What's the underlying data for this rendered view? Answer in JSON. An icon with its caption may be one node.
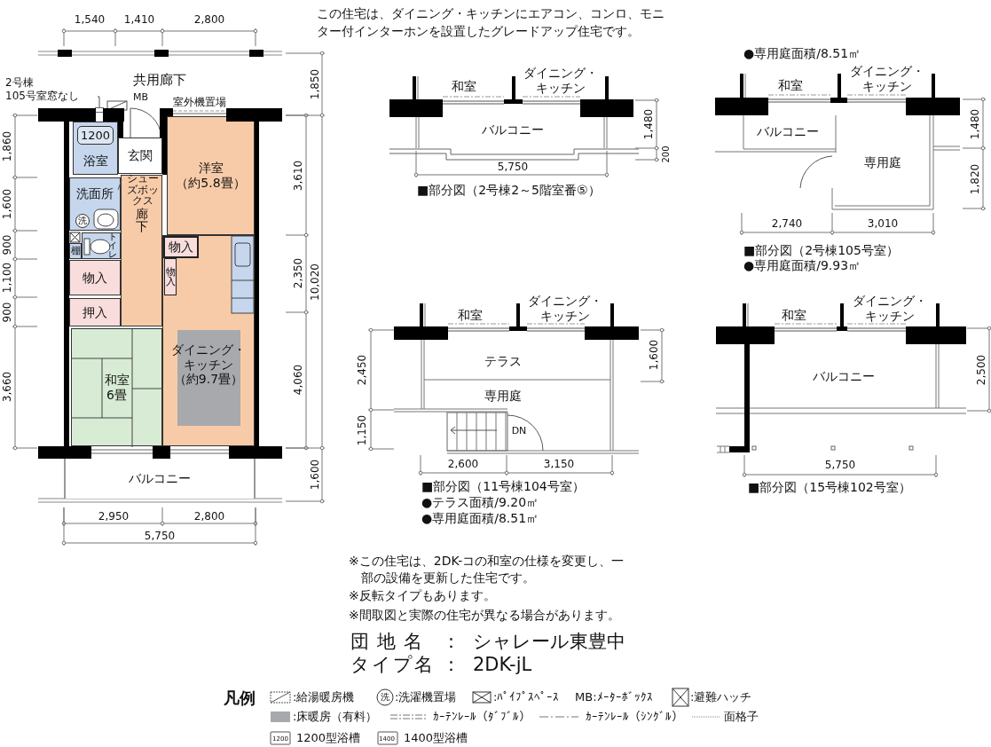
{
  "diagram": {
    "nodes": [
      {
        "text": [
          "浴室"
        ]
      },
      {
        "text": [
          "1200"
        ],
        "in": 0
      },
      {
        "text": [
          "玄関"
        ]
      },
      {
        "text": [
          "洋室",
          "（約5.8畳）"
        ]
      },
      {
        "text": [
          "洗面所"
        ]
      },
      {
        "text": [
          "洗"
        ],
        "in": 4
      },
      {
        "text": [
          "トイレ"
        ]
      },
      {
        "text": [
          "棚"
        ]
      },
      {
        "text": [
          "廊下"
        ]
      },
      {
        "text": [
          "ダイニング・キッチン",
          "（約9.7畳）"
        ]
      },
      {
        "text": [
          "物入"
        ],
        "in": 9
      },
      {
        "text": [
          "物入"
        ],
        "in": 9
      },
      {
        "text": [
          "物入"
        ]
      },
      {
        "text": [
          "押入"
        ]
      },
      {
        "text": [
          "和室",
          "6畳"
        ]
      },
      {
        "text": [
          "バルコニー"
        ]
      },
      {
        "text": [
          "2号棟",
          "105号室窓なし"
        ]
      },
      {
        "text": [
          "シューズボックス"
        ],
        "in": 8
      },
      {
        "text": [],
        "shape": "box"
      }
    ],
    "edges": [
      {
        "from": 16,
        "to": 18,
        "arrow": "none"
      },
      {
        "from": 17,
        "to": null,
        "arrow": "none"
      }
    ],
    "labels": [
      "この住宅は、ダイニング・キッチンにエアコン、コンロ、モニター付インターホンを設置したグレードアップ住宅です。",
      "1,540",
      "1,410",
      "2,800",
      "共用廊下",
      "MB",
      "室外機置場",
      "1,860",
      "1,600",
      "900",
      "1,100",
      "900",
      "3,660",
      "1,850",
      "3,610",
      "2,350",
      "10,020",
      "4,060",
      "1,600",
      "2,950",
      "2,800",
      "5,750",
      "和室",
      "ダイニング・キッチン",
      "バルコニー",
      "1,480",
      "200",
      "5,750",
      "■部分図（2号棟2～5階室番⑤）",
      "●専用庭面積/8.51㎡",
      "和室",
      "ダイニング・キッチン",
      "バルコニー",
      "専用庭",
      "1,480",
      "1,820",
      "2,740",
      "3,010",
      "■部分図（2号棟105号室）",
      "●専用庭面積/9.93㎡",
      "和室",
      "ダイニング・キッチン",
      "テラス",
      "専用庭",
      "DN",
      "2,450",
      "1,150",
      "1,600",
      "2,600",
      "3,150",
      "■部分図（11号棟104号室）",
      "●テラス面積/9.20㎡",
      "●専用庭面積/8.51㎡",
      "和室",
      "ダイニング・キッチン",
      "バルコニー",
      "2,500",
      "5,750",
      "■部分図（15号棟102号室）",
      "※この住宅は、2DK-コの和室の仕様を変更し、一部の設備を更新した住宅です。",
      "※反転タイプもあります。",
      "※間取図と実際の住宅が異なる場合があります。",
      "団地名",
      "：",
      "シャレール東豊中",
      "タイプ名",
      "：",
      "2DK-jL",
      "凡例",
      "洗",
      "1200",
      "1400"
    ],
    "legend": [
      {
        "text": ":給湯暖房機"
      },
      {
        "text": ":洗濯機置場"
      },
      {
        "text": ":ﾊﾟｲﾌﾟｽﾍﾟｰｽ"
      },
      {
        "text": "MB:ﾒｰﾀｰﾎﾞｯｸｽ"
      },
      {
        "text": ":避難ハッチ"
      },
      {
        "text": ":床暖房（有料）",
        "color": "#a7a9ac"
      },
      {
        "text": "ｶｰﾃﾝﾚｰﾙ（ﾀﾞﾌﾞﾙ）"
      },
      {
        "text": "ｶｰﾃﾝﾚｰﾙ（ｼﾝｸﾞﾙ）"
      },
      {
        "text": "面格子"
      },
      {
        "text": "1200型浴槽"
      },
      {
        "text": "1400型浴槽"
      }
    ]
  }
}
